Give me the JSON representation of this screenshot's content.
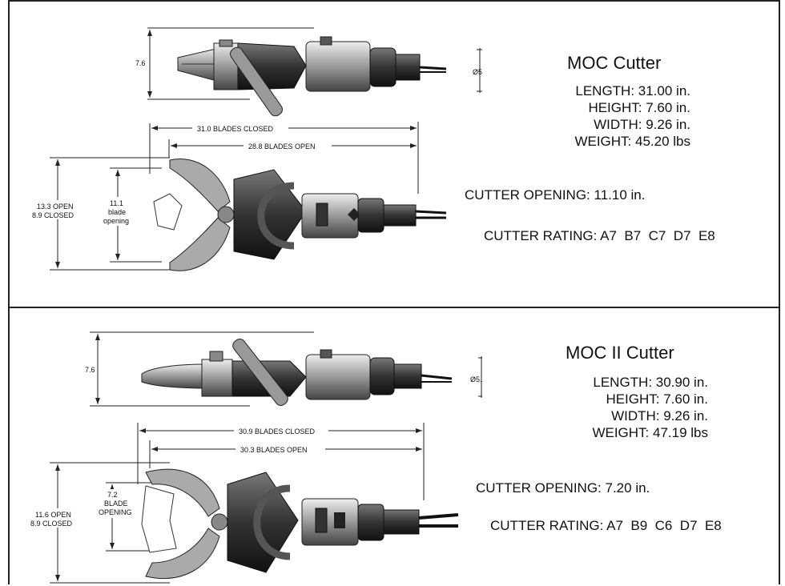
{
  "panels": [
    {
      "title": "MOC Cutter",
      "length": "LENGTH: 31.00 in.",
      "height": "HEIGHT: 7.60 in.",
      "width": "WIDTH: 9.26 in.",
      "weight": "WEIGHT: 45.20 lbs",
      "opening": "CUTTER OPENING: 11.10 in.",
      "rating": "CUTTER RATING: A7  B7  C7  D7  E8",
      "dims": {
        "side_height": "7.6",
        "diameter": "Ø5.1",
        "blades_closed": "31.0 BLADES CLOSED",
        "blades_open": "28.8 BLADES OPEN",
        "jaw_open": "13.3 OPEN",
        "jaw_closed": "8.9 CLOSED",
        "blade_opening_value": "11.1",
        "blade_opening_l1": "blade",
        "blade_opening_l2": "opening"
      }
    },
    {
      "title": "MOC II Cutter",
      "length": "LENGTH: 30.90 in.",
      "height": "HEIGHT: 7.60 in.",
      "width": "WIDTH: 9.26 in.",
      "weight": "WEIGHT: 47.19 lbs",
      "opening": "CUTTER OPENING: 7.20 in.",
      "rating": "CUTTER RATING: A7  B9  C6  D7  E8",
      "dims": {
        "side_height": "7.6",
        "diameter": "Ø5.1",
        "blades_closed": "30.9 BLADES CLOSED",
        "blades_open": "30.3 BLADES OPEN",
        "jaw_open": "11.6 OPEN",
        "jaw_closed": "8.9 CLOSED",
        "blade_opening_value": "7.2",
        "blade_opening_l1": "BLADE",
        "blade_opening_l2": "OPENING"
      }
    }
  ]
}
